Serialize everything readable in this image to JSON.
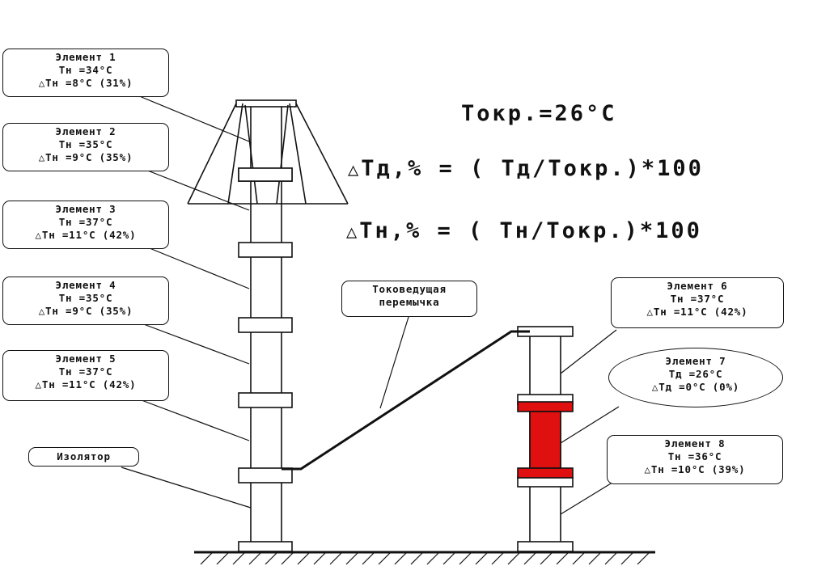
{
  "formulas": {
    "ambient": "Токр.=26°С",
    "delta_td": "Тд,% = ( Тд/Токр.)*100",
    "delta_tn": "Тн,% = ( Тн/Токр.)*100",
    "triangle_symbol": "△"
  },
  "callouts": [
    {
      "id": "e1",
      "title": "Элемент 1",
      "line2": "Тн =34°С",
      "line3": "△Тн =8°С (31%)"
    },
    {
      "id": "e2",
      "title": "Элемент 2",
      "line2": "Тн =35°С",
      "line3": "△Тн =9°С (35%)"
    },
    {
      "id": "e3",
      "title": "Элемент 3",
      "line2": "Тн =37°С",
      "line3": "△Тн =11°С (42%)"
    },
    {
      "id": "e4",
      "title": "Элемент 4",
      "line2": "Тн =35°С",
      "line3": "△Тн =9°С (35%)"
    },
    {
      "id": "e5",
      "title": "Элемент 5",
      "line2": "Тн =37°С",
      "line3": "△Тн =11°С (42%)"
    },
    {
      "id": "e6",
      "title": "Элемент 6",
      "line2": "Тн =37°С",
      "line3": "△Тн =11°С (42%)"
    },
    {
      "id": "e7",
      "title": "Элемент 7",
      "line2": "Тд =26°С",
      "line3": "△Тд =0°С (0%)"
    },
    {
      "id": "e8",
      "title": "Элемент 8",
      "line2": "Тн =36°С",
      "line3": "△Тн =10°С (39%)"
    }
  ],
  "labels": {
    "insulator": "Изолятор",
    "jumper_line1": "Токоведущая",
    "jumper_line2": "перемычка"
  },
  "colors": {
    "line": "#111111",
    "hot_element": "#e01010"
  }
}
